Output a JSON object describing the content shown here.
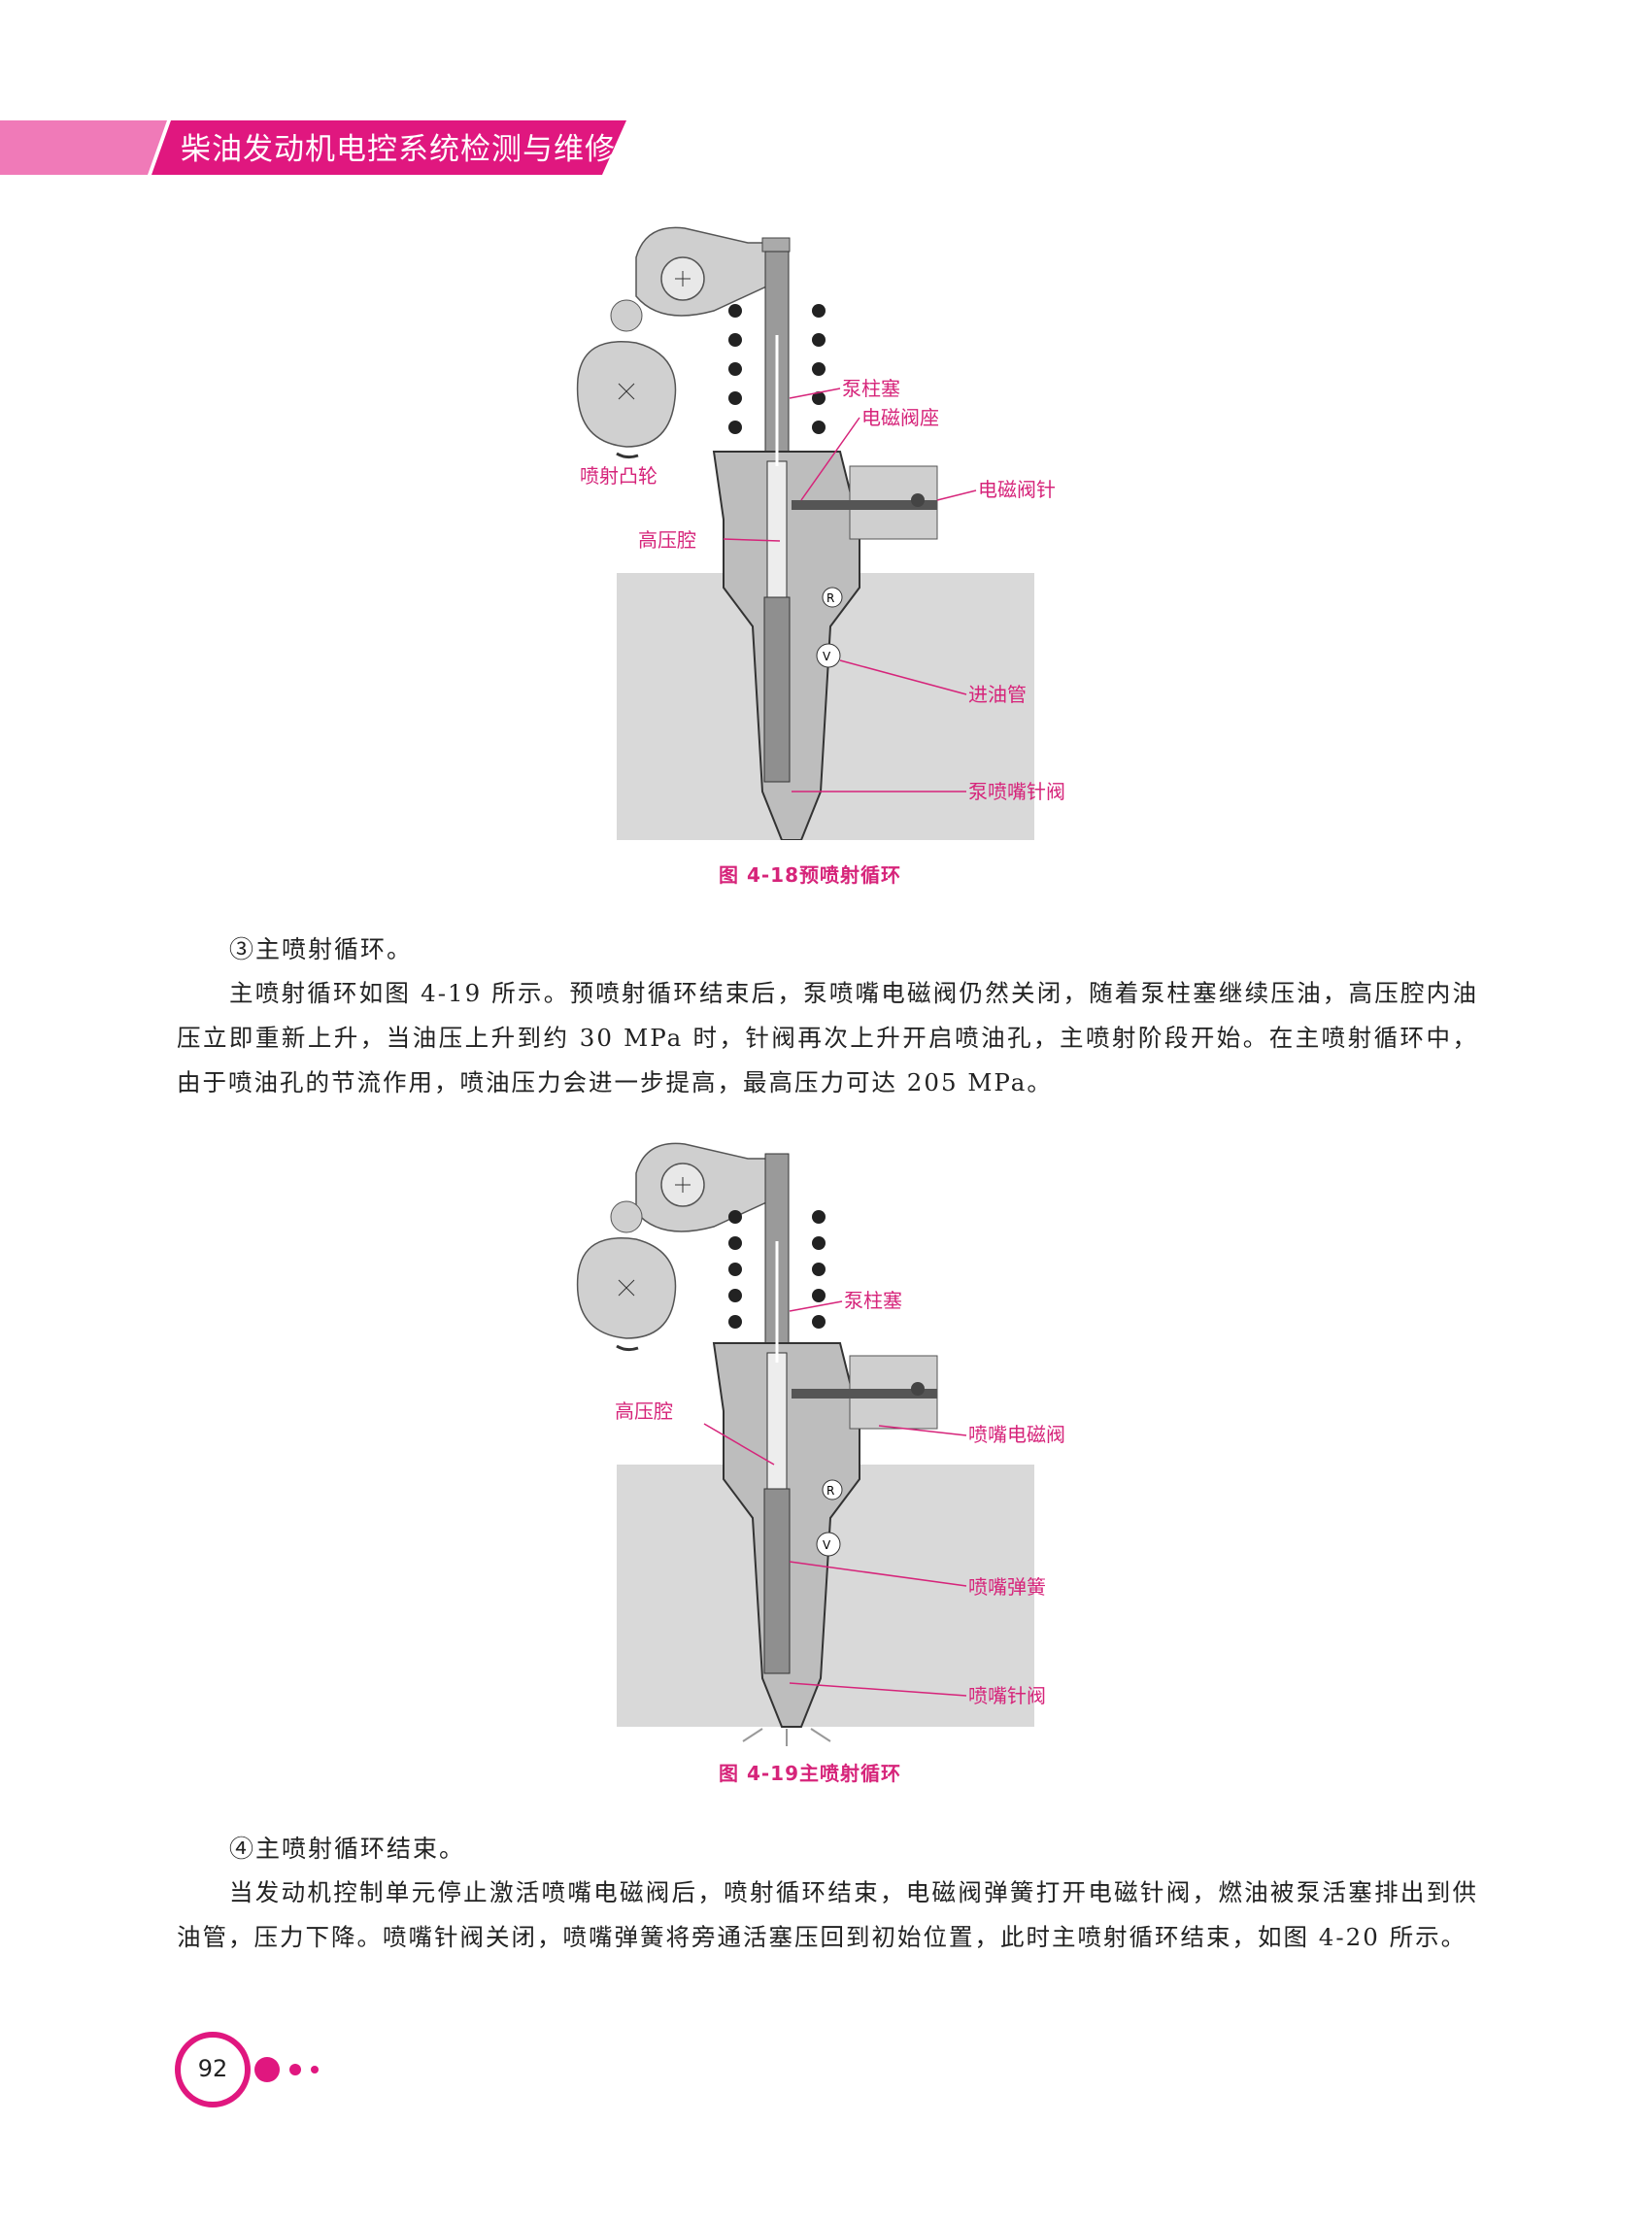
{
  "header": {
    "title": "柴油发动机电控系统检测与维修"
  },
  "figure1": {
    "caption_number": "图 4-18",
    "caption_title": "预喷射循环",
    "labels": {
      "plunger": "泵柱塞",
      "valve_seat": "电磁阀座",
      "valve_needle": "电磁阀针",
      "cam": "喷射凸轮",
      "chamber": "高压腔",
      "inlet": "进油管",
      "needle": "泵喷嘴针阀"
    }
  },
  "section3": {
    "heading": "③主喷射循环。",
    "paragraph": "主喷射循环如图 4-19 所示。预喷射循环结束后，泵喷嘴电磁阀仍然关闭，随着泵柱塞继续压油，高压腔内油压立即重新上升，当油压上升到约 30 MPa 时，针阀再次上升开启喷油孔，主喷射阶段开始。在主喷射循环中，由于喷油孔的节流作用，喷油压力会进一步提高，最高压力可达 205 MPa。"
  },
  "figure2": {
    "caption_number": "图 4-19",
    "caption_title": "主喷射循环",
    "labels": {
      "plunger": "泵柱塞",
      "chamber": "高压腔",
      "solenoid": "喷嘴电磁阀",
      "spring": "喷嘴弹簧",
      "needle": "喷嘴针阀"
    }
  },
  "section4": {
    "heading": "④主喷射循环结束。",
    "paragraph": "当发动机控制单元停止激活喷嘴电磁阀后，喷射循环结束，电磁阀弹簧打开电磁针阀，燃油被泵活塞排出到供油管，压力下降。喷嘴针阀关闭，喷嘴弹簧将旁通活塞压回到初始位置，此时主喷射循环结束，如图 4-20 所示。"
  },
  "footer": {
    "page_number": "92"
  },
  "colors": {
    "accent": "#e0177f",
    "label": "#d6247a",
    "block_gray": "#d9d9d9"
  }
}
